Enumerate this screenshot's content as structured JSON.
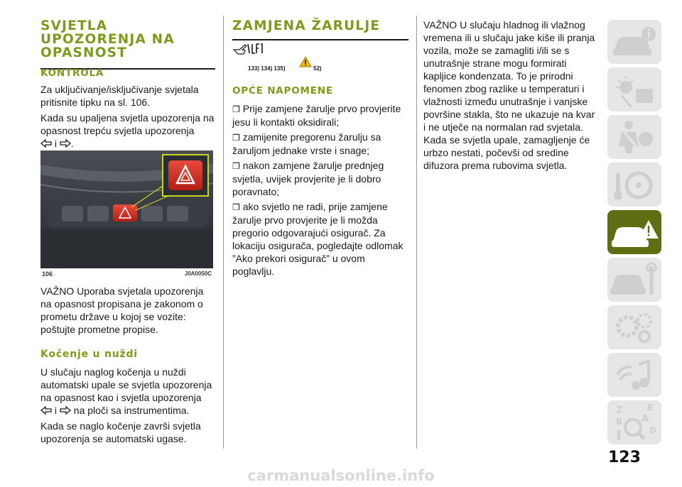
{
  "col1": {
    "title_lines": [
      "SVJETLA",
      "UPOZORENJA NA",
      "OPASNOST"
    ],
    "section1_heading": "KONTROLA",
    "p1": "Za uključivanje/isključivanje svjetala pritisnite tipku na sl. 106.",
    "p2a": "Kada su upaljena svjetla upozorenja na opasnost trepću svjetla upozorenja",
    "p2_sep": "i",
    "p2_end": ".",
    "figure_number": "106",
    "figure_code": "J0A0050C",
    "p3": "VAŽNO Uporaba svjetala upozorenja na opasnost propisana je zakonom o prometu države u kojoj se vozite: poštujte prometne propise.",
    "section2_heading": "Kočenje u nuždi",
    "p4a": "U slučaju naglog kočenja u nuždi automatski upale se svjetla upozorenja na opasnost kao i svjetla upozorenja",
    "p4_sep": "i",
    "p4_end": "na ploči sa instrumentima.",
    "p5": "Kada se naglo kočenje završi svjetla upozorenja se automatski ugase."
  },
  "col2": {
    "title": "ZAMJENA ŽARULJE",
    "refs1": "133) 134) 135)",
    "refs2": "52)",
    "subheading": "OPĆE NAPOMENE",
    "bullet_mark": "❒",
    "bullets": [
      "Prije zamjene žarulje prvo provjerite jesu li kontakti oksidirali;",
      "zamijenite pregorenu žarulju sa žaruljom jednake vrste i snage;",
      "nakon zamjene žarulje prednjeg svjetla, uvijek provjerite je li dobro poravnato;",
      "ako svjetlo ne radi, prije zamjene žarulje prvo provjerite je li možda pregorio odgovarajući osigurač. Za lokaciju osigurača, pogledajte odlomak ”Ako prekori osigurač” u ovom poglavlju."
    ]
  },
  "col3": {
    "p1": "VAŽNO U slučaju hladnog ili vlažnog vremena ili u slučaju jake kiše ili pranja vozila, može se zamagliti i/ili se s unutrašnje strane mogu formirati kapljice kondenzata. To je prirodni fenomen zbog razlike u temperaturi i vlažnosti između unutrašnje i vanjske površine stakla, što ne ukazuje na kvar i ne utječe na normalan rad svjetala. Kada se svjetla upale, zamagljenje će urbzo nestati, počevši od sredine difuzora prema rubovima svjetla."
  },
  "sidebar": {
    "icons": [
      "car-info-icon",
      "dashboard-lights-icon",
      "safety-icon",
      "steering-key-icon",
      "car-emergency-icon",
      "car-service-icon",
      "specs-gears-icon",
      "multimedia-icon",
      "index-icon"
    ],
    "active_index": 4
  },
  "page_number": "123",
  "footer": "carmanualsonline.info",
  "colors": {
    "accent": "#7e9a1a",
    "sidebar_active": "#5d6f12",
    "sidebar_bg": "#e6e6e6"
  }
}
